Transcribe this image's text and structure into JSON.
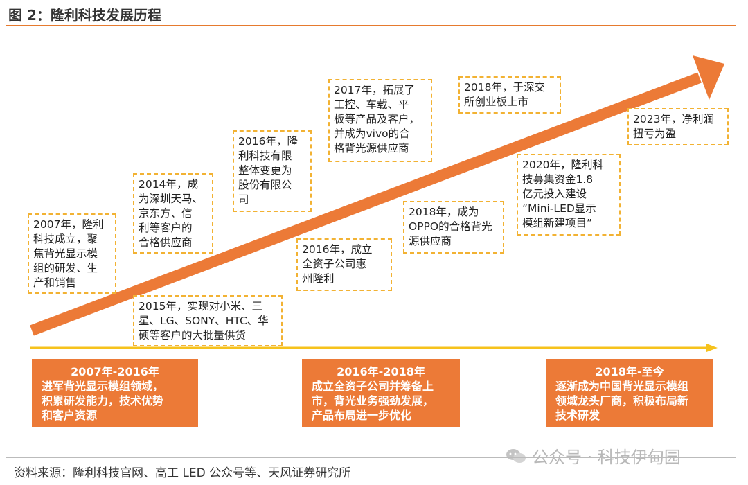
{
  "title": "图 2：隆利科技发展历程",
  "events": [
    {
      "id": "2007",
      "text": "2007年，隆利\n科技成立，聚\n焦背光显示模\n组的研发、生\n产和销售"
    },
    {
      "id": "2014",
      "text": "2014年，成\n为深圳天马、\n京东方、信\n利等客户的\n合格供应商"
    },
    {
      "id": "2015",
      "text": "2015年，实现对小米、三\n星、LG、SONY、HTC、华\n硕等客户的大批量供货"
    },
    {
      "id": "2016a",
      "text": "2016年，隆\n利科技有限\n整体变更为\n股份有限公\n司"
    },
    {
      "id": "2016b",
      "text": "2016年，成立\n全资子公司惠\n州隆利"
    },
    {
      "id": "2017",
      "text": "2017年，拓展了\n工控、车载、平\n板等产品及客户，\n并成为vivo的合\n格背光源供应商"
    },
    {
      "id": "2018a",
      "text": "2018年，成为\nOPPO的合格背光\n源供应商"
    },
    {
      "id": "2018b",
      "text": "2018年，于深交\n所创业板上市"
    },
    {
      "id": "2020",
      "text": "2020年，隆利科\n技募集资金1.8\n亿元投入建设\n“Mini-LED显示\n模组新建项目”"
    },
    {
      "id": "2023",
      "text": "2023年，净利润\n扭亏为盈"
    }
  ],
  "periods": [
    {
      "head": "2007年-2016年",
      "body": "进军背光显示模组领域，\n积累研发能力，技术优势\n和客户资源"
    },
    {
      "head": "2016年-2018年",
      "body": "成立全资子公司并筹备上\n市，背光业务强劲发展，\n产品布局进一步优化"
    },
    {
      "head": "2018年-至今",
      "body": "逐渐成为中国背光显示模组\n领域龙头厂商，积极布局新\n技术研发"
    }
  ],
  "source": "资料来源：隆利科技官网、高工 LED 公众号等、天风证券研究所",
  "watermark": "公众号 · 科技伊甸园",
  "colors": {
    "accent": "#ec7a37",
    "timeline": "#f6c21c",
    "dashed_border": "#f2b233"
  }
}
